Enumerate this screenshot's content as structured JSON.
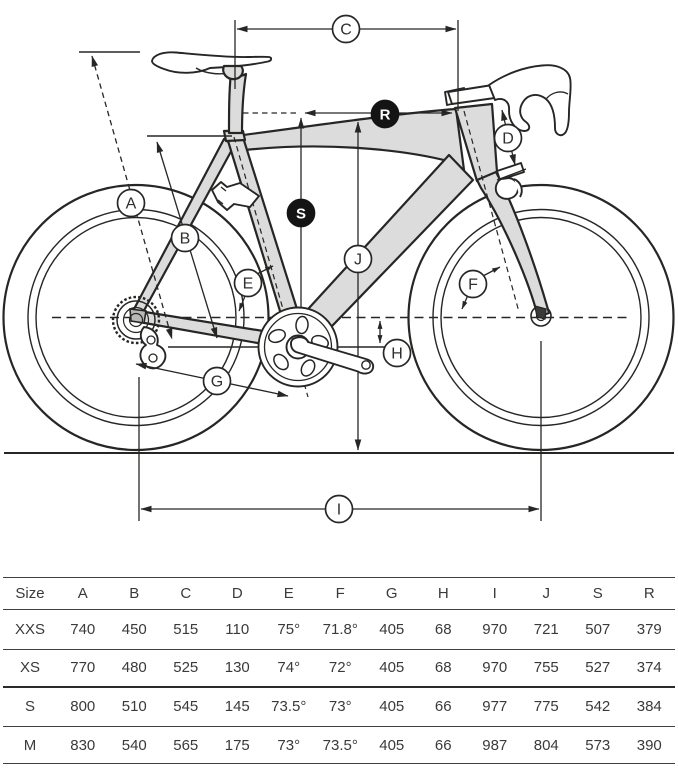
{
  "diagram": {
    "labels": {
      "A": "A",
      "B": "B",
      "C": "C",
      "D": "D",
      "E": "E",
      "F": "F",
      "G": "G",
      "H": "H",
      "I": "I",
      "J": "J",
      "S": "S",
      "R": "R"
    }
  },
  "table": {
    "headers": [
      "Size",
      "A",
      "B",
      "C",
      "D",
      "E",
      "F",
      "G",
      "H",
      "I",
      "J",
      "S",
      "R"
    ],
    "rows": [
      {
        "size": "XXS",
        "values": [
          "740",
          "450",
          "515",
          "110",
          "75°",
          "71.8°",
          "405",
          "68",
          "970",
          "721",
          "507",
          "379"
        ]
      },
      {
        "size": "XS",
        "values": [
          "770",
          "480",
          "525",
          "130",
          "74°",
          "72°",
          "405",
          "68",
          "970",
          "755",
          "527",
          "374"
        ]
      },
      {
        "size": "S",
        "values": [
          "800",
          "510",
          "545",
          "145",
          "73.5°",
          "73°",
          "405",
          "66",
          "977",
          "775",
          "542",
          "384"
        ]
      },
      {
        "size": "M",
        "values": [
          "830",
          "540",
          "565",
          "175",
          "73°",
          "73.5°",
          "405",
          "66",
          "987",
          "804",
          "573",
          "390"
        ]
      }
    ]
  },
  "colors": {
    "frame_fill": "#dcdcdc",
    "ink": "#262624",
    "text": "#3a3a39"
  }
}
